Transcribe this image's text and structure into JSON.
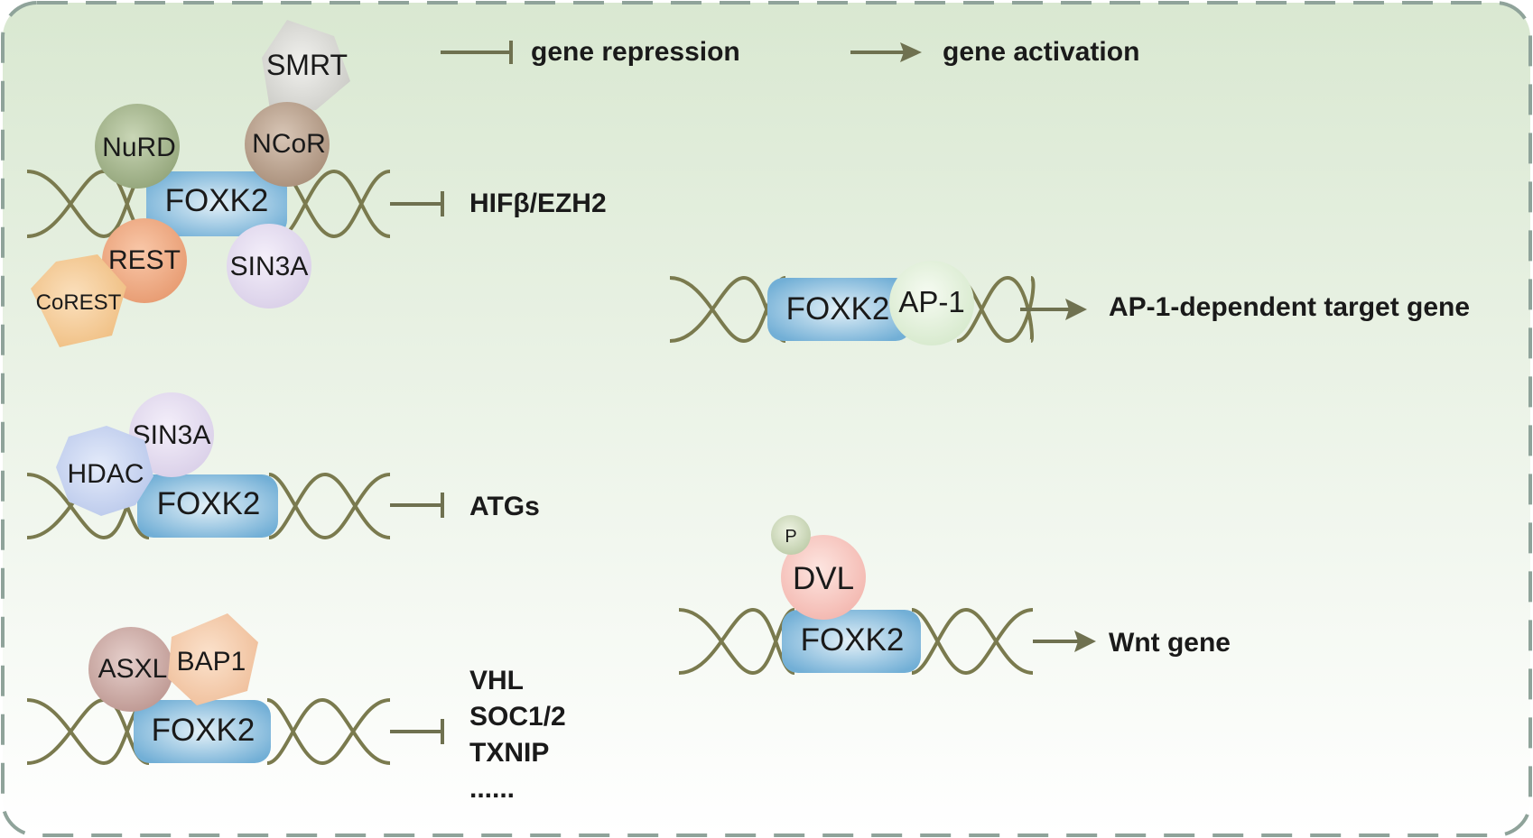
{
  "legend": {
    "repression_label": "gene repression",
    "activation_label": "gene activation"
  },
  "complexes": {
    "hif": {
      "core": "FOXK2",
      "partners": [
        "SMRT",
        "NuRD",
        "NCoR",
        "REST",
        "SIN3A",
        "CoREST"
      ],
      "target": "HIFβ/EZH2",
      "effect": "repression"
    },
    "atg": {
      "core": "FOXK2",
      "partners": [
        "SIN3A",
        "HDAC"
      ],
      "target": "ATGs",
      "effect": "repression"
    },
    "vhl": {
      "core": "FOXK2",
      "partners": [
        "ASXL",
        "BAP1"
      ],
      "targets": [
        "VHL",
        "SOC1/2",
        "TXNIP",
        "......"
      ],
      "effect": "repression"
    },
    "ap1": {
      "core": "FOXK2",
      "partners": [
        "AP-1"
      ],
      "target": "AP-1-dependent target gene",
      "effect": "activation"
    },
    "wnt": {
      "core": "FOXK2",
      "partners": [
        "DVL",
        "P"
      ],
      "target": "Wnt gene",
      "effect": "activation"
    }
  },
  "colors": {
    "background_top": "#dbe9d3",
    "background_bottom": "#ffffff",
    "border": "#8fa39a",
    "connector": "#6f7150",
    "dna": "#7a7a4e",
    "foxk2": "#7fb6d8"
  }
}
